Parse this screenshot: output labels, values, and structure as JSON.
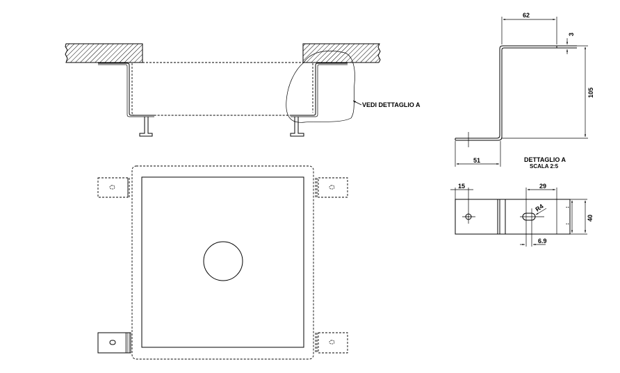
{
  "drawing": {
    "callout_label": "VEDI DETTAGLIO A",
    "detail": {
      "title": "DETTAGLIO A",
      "scale": "SCALA 2:5",
      "dimensions": {
        "top_flange": "62",
        "thickness": "3",
        "height": "105",
        "bottom_flange": "51",
        "hole_offset": "15",
        "slot_offset": "29",
        "slot_radius": "R4",
        "width": "40",
        "slot_length": "6.9"
      }
    },
    "colors": {
      "line": "#000000",
      "background": "#ffffff"
    }
  }
}
